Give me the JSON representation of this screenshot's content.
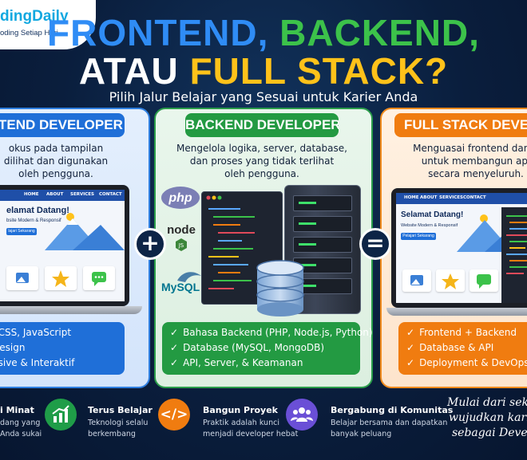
{
  "brand": {
    "name_a": "dingDaily",
    "tagline": "oding Setiap Hari"
  },
  "title": {
    "line1_a": "FRONTEND,",
    "line1_b": "BACKEND,",
    "line2_a": "ATAU",
    "line2_b": "FULL STACK?"
  },
  "subtitle": "Pilih Jalur Belajar yang Sesuai untuk Karier Anda",
  "frontend": {
    "heading": "TEND DEVELOPER",
    "desc_lines": [
      "okus pada tampilan",
      "dilihat dan digunakan",
      "oleh pengguna."
    ],
    "site": {
      "nav": [
        "HOME",
        "ABOUT",
        "SERVICES",
        "CONTACT"
      ],
      "welcome": "elamat Datang!",
      "welcome_sub": "bsite Modern & Responsif",
      "button": "lajari Sekarang"
    },
    "tech": [
      ", CSS, JavaScript",
      "Design",
      "nsive & Interaktif"
    ]
  },
  "backend": {
    "heading": "BACKEND DEVELOPER",
    "desc_lines": [
      "Mengelola logika, server, database,",
      "dan proses yang tidak terlihat",
      "oleh pengguna."
    ],
    "logos": {
      "php": "php",
      "node": "node",
      "mysql": "MySQL"
    },
    "tech": [
      "Bahasa Backend (PHP, Node.js, Python)",
      "Database (MySQL, MongoDB)",
      "API, Server, & Keamanan"
    ]
  },
  "fullstack": {
    "heading": "FULL STACK DEVELO",
    "desc_lines": [
      "Menguasai frontend dan b",
      "untuk membangun apl",
      "secara menyeluruh."
    ],
    "site": {
      "nav": [
        "HOME",
        "ABOUT",
        "SERVICES",
        "CONTACT"
      ],
      "welcome": "Selamat Datang!",
      "welcome_sub": "Website Modern & Responsif",
      "button": "Pelajari Sekarang"
    },
    "tech": [
      "Frontend + Backend",
      "Database & API",
      "Deployment & DevOps"
    ]
  },
  "operators": {
    "plus": "+",
    "equal": "="
  },
  "bottom": {
    "items": [
      {
        "title": "i Minat",
        "desc": [
          "dang yang",
          "Anda sukai"
        ]
      },
      {
        "title": "Terus Belajar",
        "desc": [
          "Teknologi selalu",
          "berkembang"
        ]
      },
      {
        "title": "Bangun Proyek",
        "desc": [
          "Praktik adalah kunci",
          "menjadi developer hebat"
        ]
      },
      {
        "title": "Bergabung di Komunitas",
        "desc": [
          "Belajar bersama dan dapatkan",
          "banyak peluang"
        ]
      }
    ],
    "slogan": [
      "Mulai dari sek",
      "wujudkan kari",
      "sebagai Devel"
    ]
  },
  "colors": {
    "blue": "#1f6fd8",
    "green": "#239a42",
    "orange": "#f07c10",
    "yellow": "#ffc21a"
  }
}
